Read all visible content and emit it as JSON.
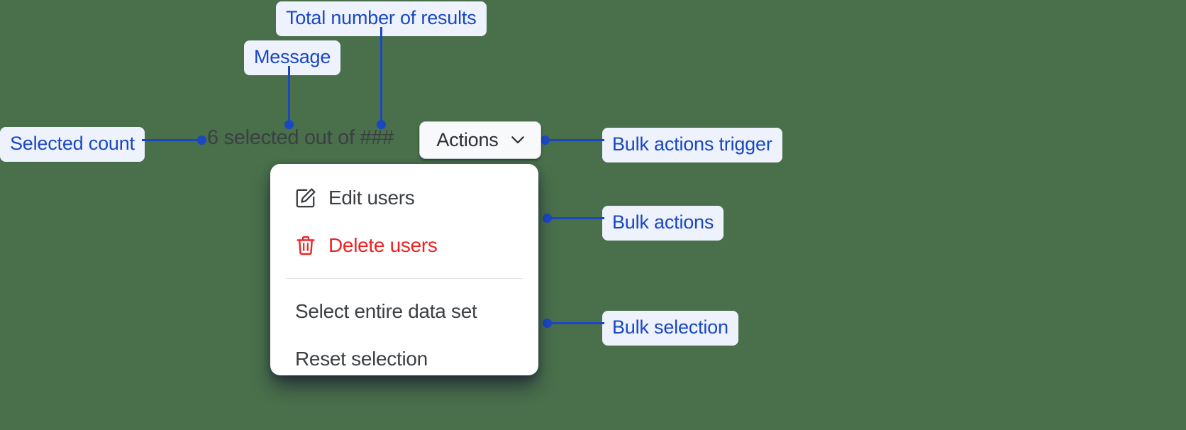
{
  "canvas": {
    "background_color": "#496f4b",
    "accent_color": "#1a47c2",
    "chip_background_color": "#eef2fd",
    "danger_color": "#ee2222"
  },
  "annotations": [
    {
      "id": "total-results",
      "label": "Total number of results"
    },
    {
      "id": "message",
      "label": "Message"
    },
    {
      "id": "selected-count",
      "label": "Selected count"
    },
    {
      "id": "bulk-trigger",
      "label": "Bulk actions trigger"
    },
    {
      "id": "bulk-actions",
      "label": "Bulk actions"
    },
    {
      "id": "bulk-selection",
      "label": "Bulk selection"
    }
  ],
  "bulk_actions_bar": {
    "status_text": "6 selected out of ###",
    "selected_count": "6",
    "message": "selected out of",
    "total_results": "###",
    "trigger": {
      "label": "Actions",
      "icon": "chevron-down-icon"
    }
  },
  "menu": {
    "groups": [
      {
        "name": "bulk-actions",
        "items": [
          {
            "label": "Edit users",
            "icon": "edit-square-icon",
            "tone": "default"
          },
          {
            "label": "Delete users",
            "icon": "trash-icon",
            "tone": "danger"
          }
        ]
      },
      {
        "name": "bulk-selection",
        "items": [
          {
            "label": "Select entire data set",
            "icon": "",
            "tone": "default"
          },
          {
            "label": "Reset selection",
            "icon": "",
            "tone": "default"
          }
        ]
      }
    ]
  }
}
